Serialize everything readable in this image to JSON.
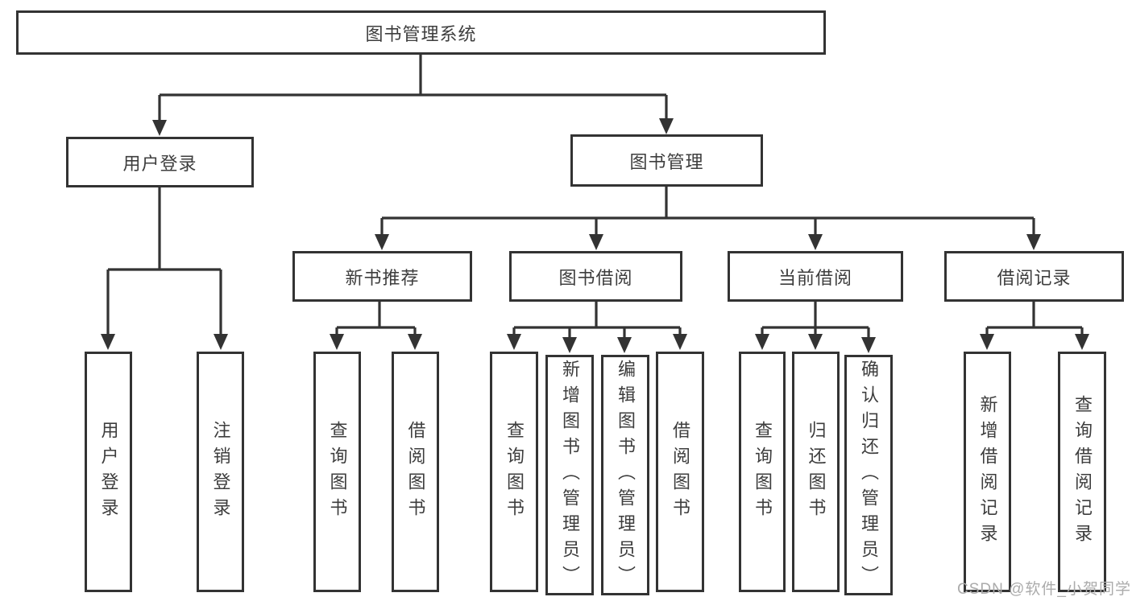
{
  "title": "图书管理系统",
  "watermark": "CSDN @软件_小贺同学",
  "colors": {
    "line": "#333333",
    "text": "#3d3d3d",
    "box_bg": "#ffffff",
    "watermark": "#ababab"
  },
  "tree": {
    "root": {
      "label": "图书管理系统"
    },
    "branches": [
      {
        "label": "用户登录",
        "children": [
          "用户登录",
          "注销登录"
        ]
      },
      {
        "label": "图书管理",
        "groups": [
          {
            "label": "新书推荐",
            "children": [
              "查询图书",
              "借阅图书"
            ]
          },
          {
            "label": "图书借阅",
            "children": [
              "查询图书",
              "新增图书（管理员）",
              "编辑图书（管理员）",
              "借阅图书"
            ]
          },
          {
            "label": "当前借阅",
            "children": [
              "查询图书",
              "归还图书",
              "确认归还（管理员）"
            ]
          },
          {
            "label": "借阅记录",
            "children": [
              "新增借阅记录",
              "查询借阅记录"
            ]
          }
        ]
      }
    ]
  }
}
